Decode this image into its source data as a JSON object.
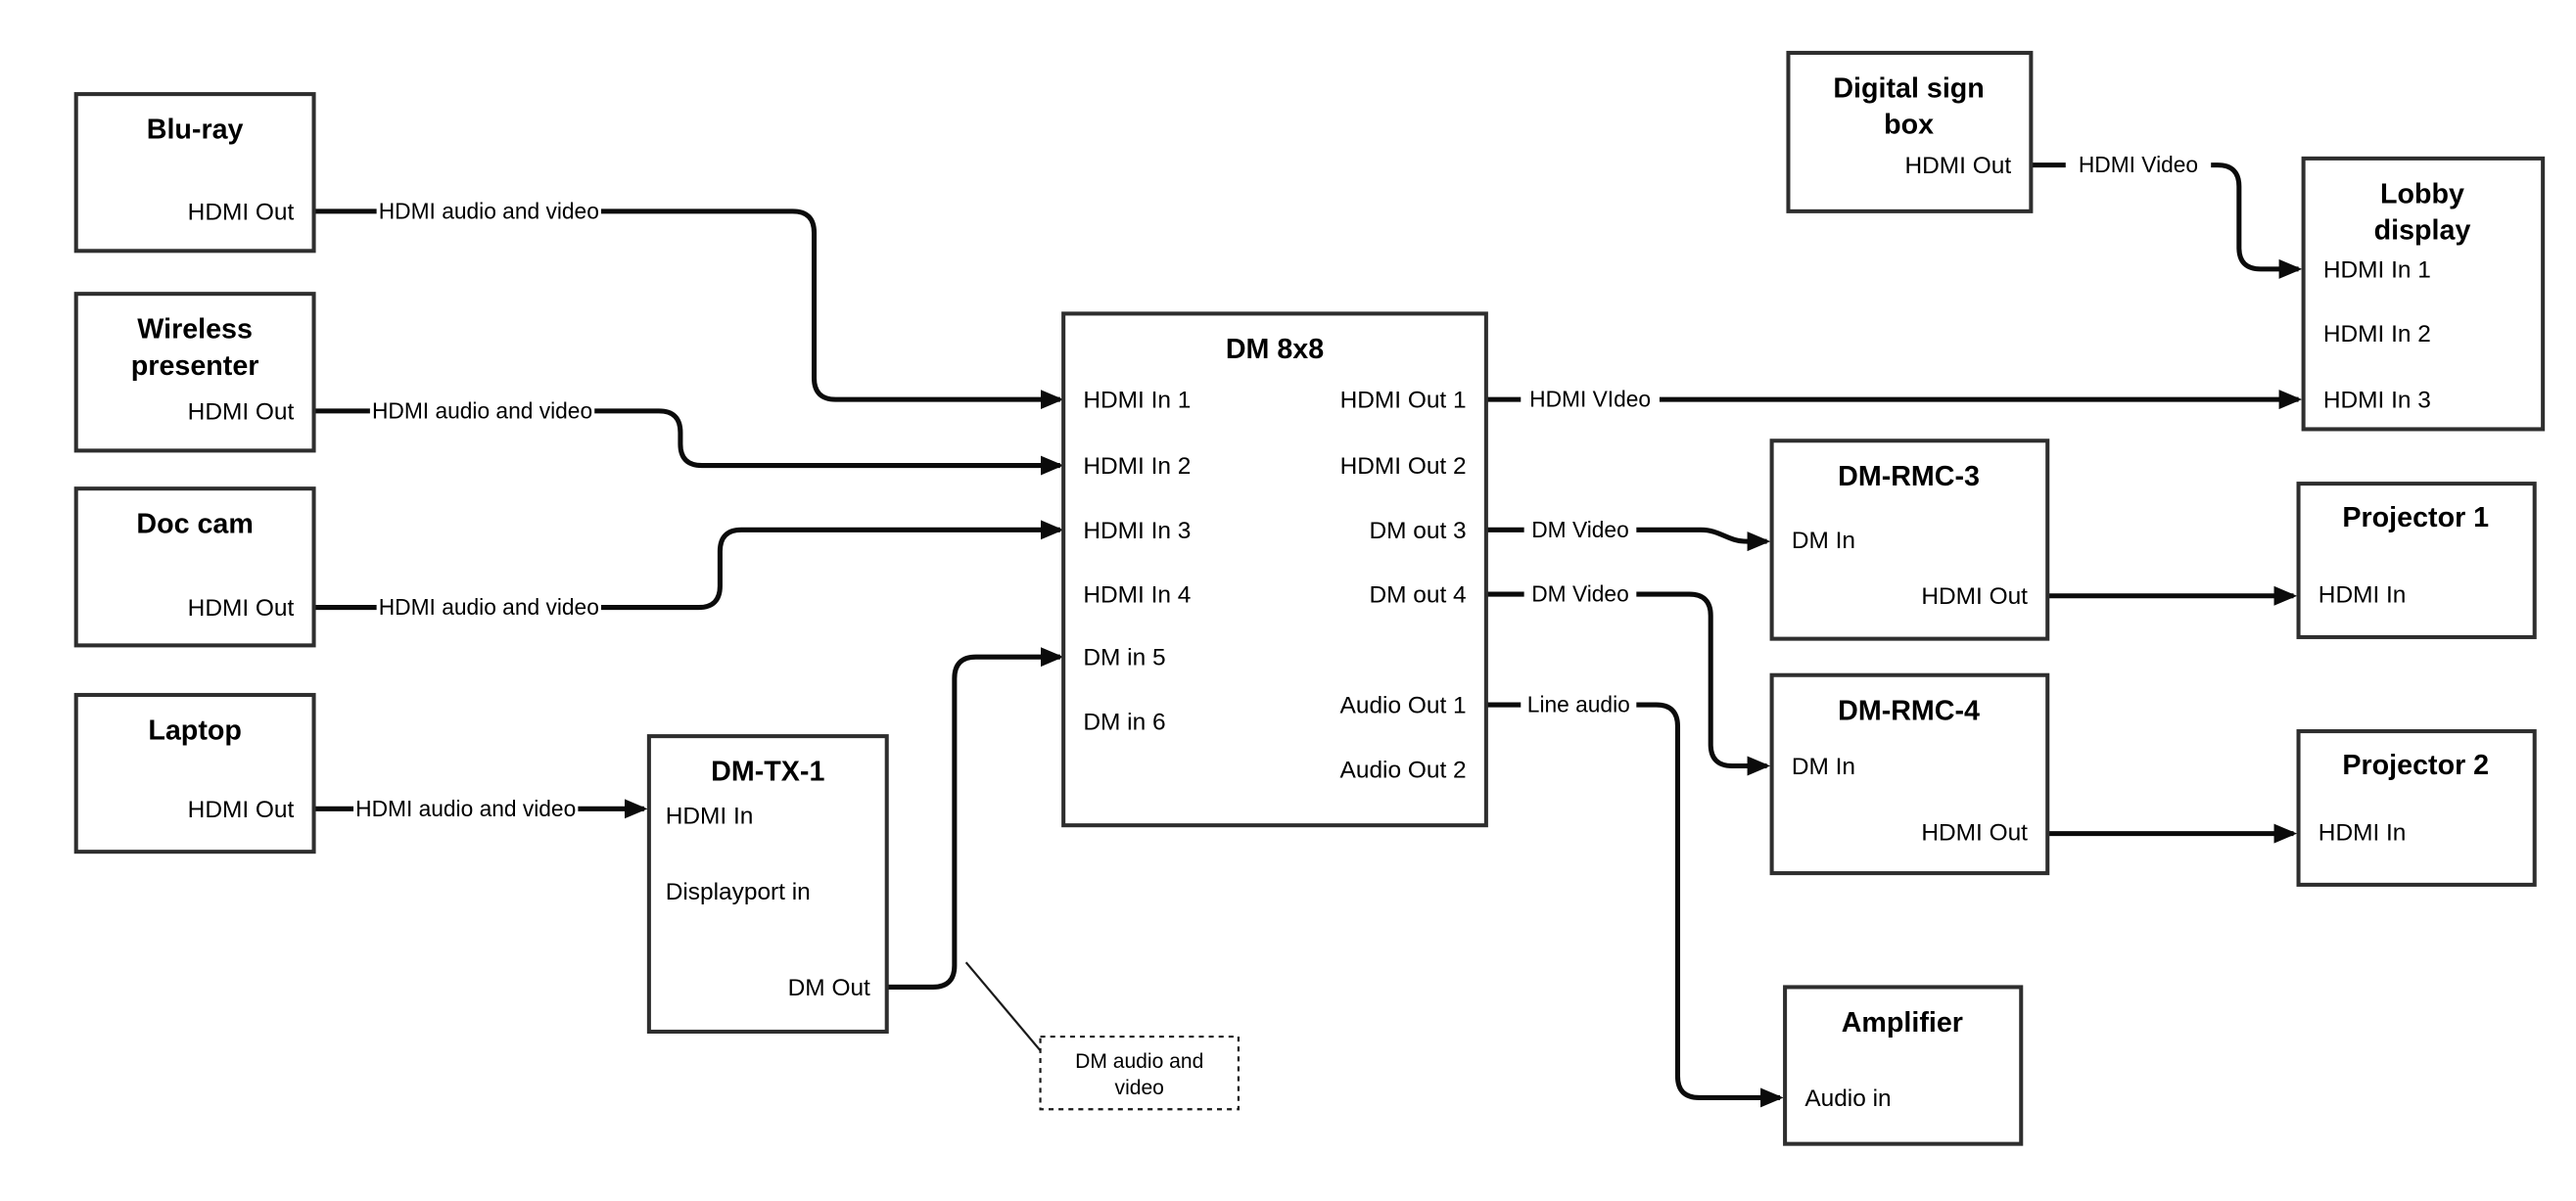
{
  "style": {
    "background": "#ffffff",
    "line_color": "#0b0b0b",
    "box_border": "#2e2e2e"
  },
  "nodes": {
    "bluray": {
      "title": "Blu-ray",
      "port": "HDMI Out"
    },
    "wireless": {
      "title1": "Wireless",
      "title2": "presenter",
      "port": "HDMI Out"
    },
    "doccam": {
      "title": "Doc cam",
      "port": "HDMI Out"
    },
    "laptop": {
      "title": "Laptop",
      "port": "HDMI Out"
    },
    "dmtx1": {
      "title": "DM-TX-1",
      "hdmi_in": "HDMI In",
      "dp_in": "Displayport in",
      "dm_out": "DM Out"
    },
    "dm8x8": {
      "title": "DM 8x8",
      "in1": "HDMI In 1",
      "in2": "HDMI In 2",
      "in3": "HDMI In 3",
      "in4": "HDMI In 4",
      "in5": "DM in 5",
      "in6": "DM in 6",
      "out1": "HDMI Out 1",
      "out2": "HDMI Out 2",
      "out3": "DM out 3",
      "out4": "DM out 4",
      "aout1": "Audio Out 1",
      "aout2": "Audio Out 2"
    },
    "digitalsign": {
      "title1": "Digital sign",
      "title2": "box",
      "port": "HDMI Out"
    },
    "lobby": {
      "title1": "Lobby",
      "title2": "display",
      "in1": "HDMI In 1",
      "in2": "HDMI In 2",
      "in3": "HDMI In 3"
    },
    "dmrmc3": {
      "title": "DM-RMC-3",
      "dm_in": "DM In",
      "hdmi_out": "HDMI Out"
    },
    "proj1": {
      "title": "Projector 1",
      "hdmi_in": "HDMI In"
    },
    "dmrmc4": {
      "title": "DM-RMC-4",
      "dm_in": "DM In",
      "hdmi_out": "HDMI Out"
    },
    "proj2": {
      "title": "Projector 2",
      "hdmi_in": "HDMI In"
    },
    "amplifier": {
      "title": "Amplifier",
      "audio_in": "Audio in"
    }
  },
  "edges": {
    "bluray_dm8x8": "HDMI audio and video",
    "wireless_dm8x8": "HDMI audio and video",
    "doccam_dm8x8": "HDMI audio and video",
    "laptop_dmtx1": "HDMI audio and video",
    "out1_lobby": "HDMI VIdeo",
    "digitalsign_lobby": "HDMI Video",
    "out3_rmc3": "DM Video",
    "out4_rmc4": "DM Video",
    "audio1_amp": "Line audio"
  },
  "note": {
    "line1": "DM audio and",
    "line2": "video"
  }
}
